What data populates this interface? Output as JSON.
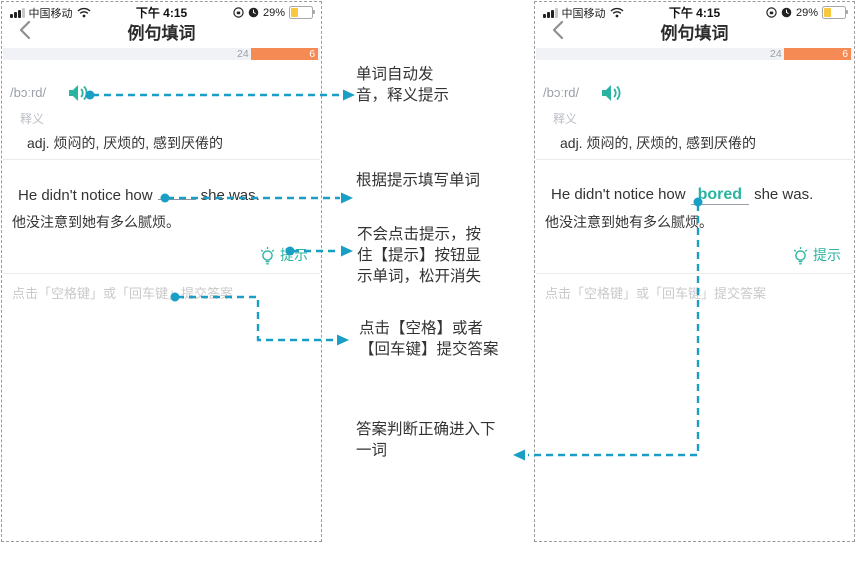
{
  "colors": {
    "accent_teal": "#2bb3a2",
    "arrow_blue": "#199fc6",
    "progress_orange": "#f68a54",
    "battery_yellow": "#f7c93e"
  },
  "status_bar": {
    "carrier": "中国移动",
    "time": "下午 4:15",
    "battery_percent": "29%",
    "icons": [
      "signal-icon",
      "wifi-icon",
      "orientation-lock-icon",
      "alarm-icon",
      "battery-icon"
    ]
  },
  "phones": [
    {
      "name": "before-input",
      "nav": {
        "title": "例句填词",
        "back_icon": "chevron-left-icon"
      },
      "progress": {
        "done_label": "24",
        "remaining_label": "6"
      },
      "word": {
        "phonetic": "/bɔːrd/",
        "audio_icon": "speaker-icon"
      },
      "definition": {
        "label": "释义",
        "text": "adj. 烦闷的, 厌烦的, 感到厌倦的"
      },
      "sentence": {
        "before": "He didn't notice how",
        "answer": "",
        "after": "she was."
      },
      "translation": "他没注意到她有多么腻烦。",
      "hint": {
        "label": "提示",
        "icon": "lightbulb-icon"
      },
      "footer_tip": "点击「空格键」或「回车键」提交答案"
    },
    {
      "name": "after-input",
      "nav": {
        "title": "例句填词",
        "back_icon": "chevron-left-icon"
      },
      "progress": {
        "done_label": "24",
        "remaining_label": "6"
      },
      "word": {
        "phonetic": "/bɔːrd/",
        "audio_icon": "speaker-icon"
      },
      "definition": {
        "label": "释义",
        "text": "adj. 烦闷的, 厌烦的, 感到厌倦的"
      },
      "sentence": {
        "before": "He didn't notice how",
        "answer": "bored",
        "after": "she was."
      },
      "translation": "他没注意到她有多么腻烦。",
      "hint": {
        "label": "提示",
        "icon": "lightbulb-icon"
      },
      "footer_tip": "点击「空格键」或「回车键」提交答案"
    }
  ],
  "annotations": [
    {
      "lines": [
        "单词自动发",
        "音，释义提示"
      ]
    },
    {
      "lines": [
        "根据提示填写单词"
      ]
    },
    {
      "lines": [
        "不会点击提示，按",
        "住【提示】按钮显",
        "示单词，松开消失"
      ]
    },
    {
      "lines": [
        "点击【空格】或者",
        "【回车键】提交答案"
      ]
    },
    {
      "lines": [
        "答案判断正确进入下",
        "一词"
      ]
    }
  ]
}
